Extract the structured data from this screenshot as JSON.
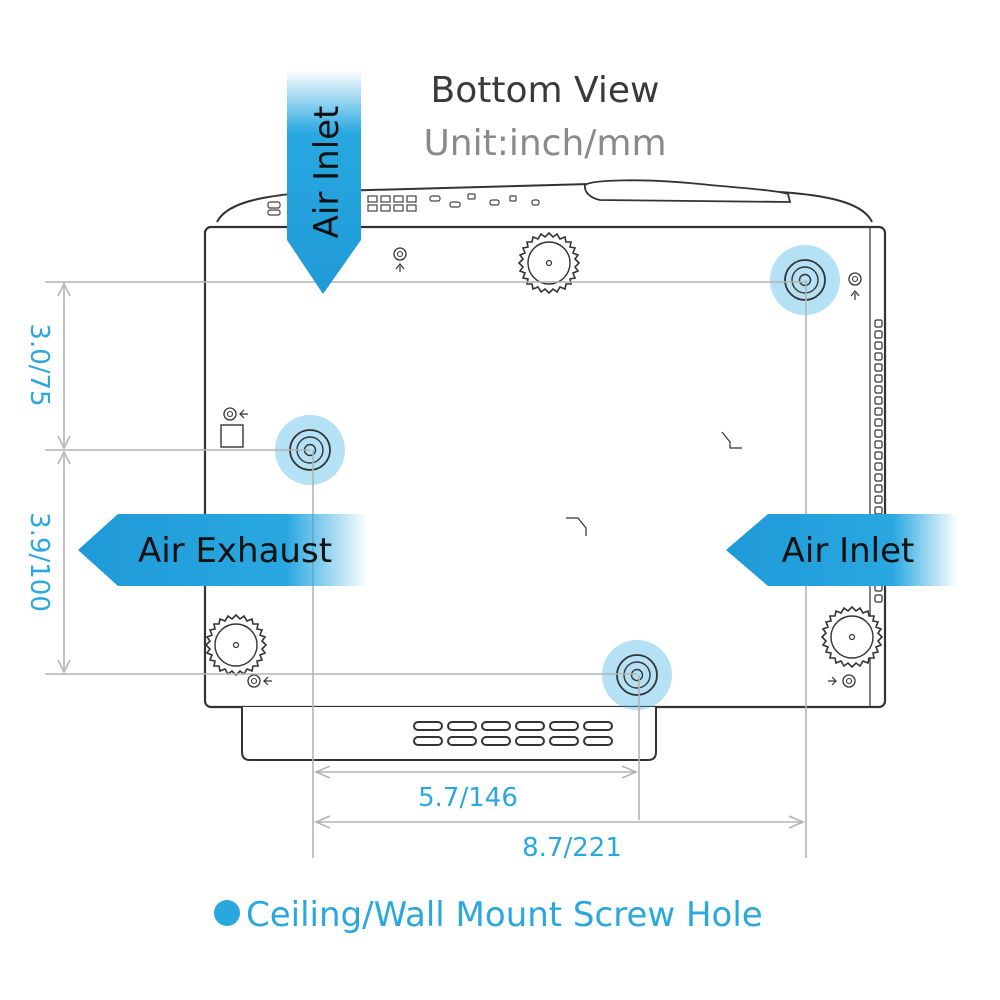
{
  "header": {
    "title": "Bottom View",
    "unit": "Unit:inch/mm"
  },
  "airflow": {
    "inlet_top": "Air Inlet",
    "exhaust_left": "Air Exhaust",
    "inlet_right": "Air Inlet"
  },
  "dimensions": {
    "vertical_upper": "3.0/75",
    "vertical_lower": "3.9/100",
    "horizontal_inner": "5.7/146",
    "horizontal_outer": "8.7/221"
  },
  "legend": {
    "screw_hole": "Ceiling/Wall Mount Screw Hole"
  },
  "colors": {
    "accent_blue": "#29a8e0",
    "dark_label": "#1a1a1a",
    "outline": "#333333",
    "dim_line": "#b4b4b4",
    "subtitle_gray": "#8a8a8a"
  }
}
